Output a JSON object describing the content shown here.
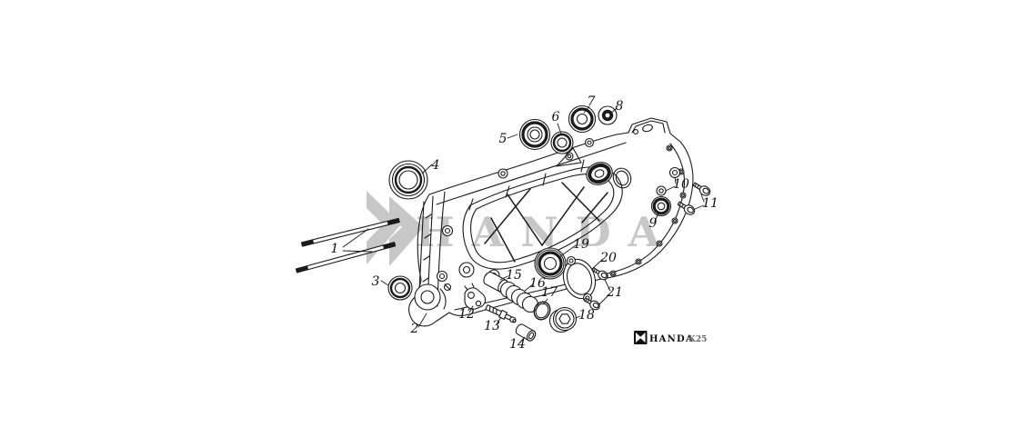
{
  "diagram": {
    "type": "exploded-parts-diagram",
    "subject": "Scooter engine left crankcase assembly",
    "part_labels": [
      "1",
      "2",
      "3",
      "4",
      "5",
      "6",
      "7",
      "8",
      "9",
      "10",
      "11",
      "12",
      "13",
      "14",
      "15",
      "16",
      "17",
      "18",
      "19",
      "20",
      "21"
    ]
  },
  "watermark": {
    "text": "HANDA"
  },
  "brand": {
    "name": "HANDA",
    "code": "K25"
  },
  "colors": {
    "line": "#1a1a1a",
    "watermark": "#c7c7c7",
    "background": "#ffffff",
    "logo_background": "#111111"
  }
}
